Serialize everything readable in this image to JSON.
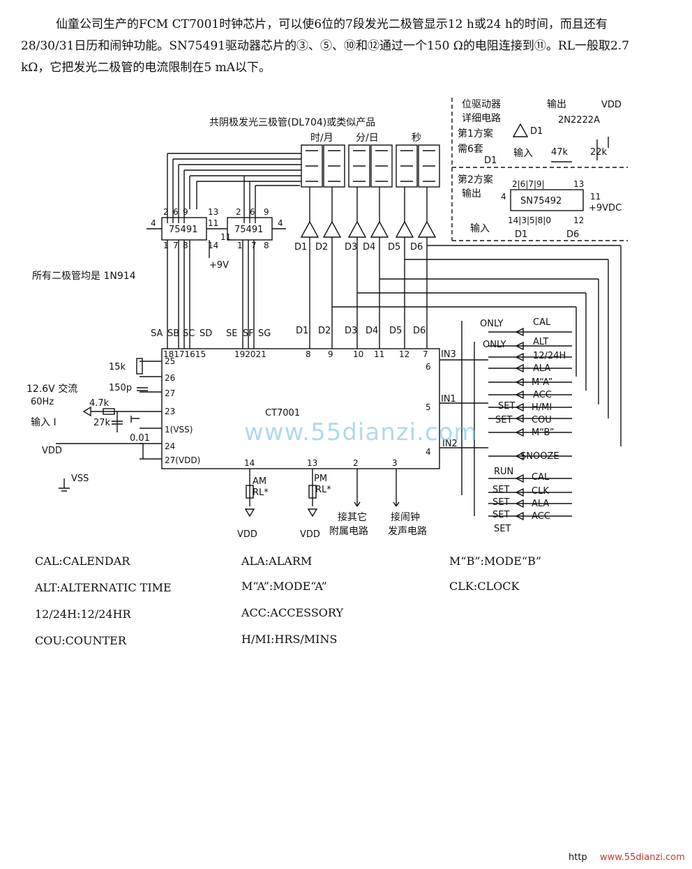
{
  "intro": "仙童公司生产的FCM CT7001时钟芯片，可以使6位的7段发光二极管显示12 h或24 h的时间，而且还有28/30/31日历和闹钟功能。SN75491驱动器芯片的③、⑤、⑩和⑫通过一个150 Ω的电阻连接到⑪。RL一般取2.7 kΩ，它把发光二极管的电流限制在5 mA以下。",
  "display": {
    "title": "共阴极发光三极管(DL704)或类似产品",
    "groups": [
      "时/月",
      "分/日",
      "秒"
    ]
  },
  "driver_detail": {
    "title1": "位驱动器",
    "title2": "详细电路",
    "plan1": "第1方案",
    "need6": "需6套",
    "plan2": "第2方案",
    "output_label": "输出",
    "input_label": "输入",
    "vdd": "VDD",
    "transistor": "2N2222A",
    "r1": "47k",
    "r2": "22k",
    "chip": "SN75492",
    "pins_top": "2|6|7|9|",
    "pin_13": "13",
    "pins_bottom": "14|3|5|8|0",
    "pin_12": "12",
    "pin_11": "11",
    "pin_4": "4",
    "supply": "+9VDC",
    "d1": "D1",
    "d6": "D6"
  },
  "drivers": {
    "chip": "75491",
    "left_top_pins": [
      "2",
      "6",
      "9"
    ],
    "left_bottom_pins": [
      "1",
      "7",
      "8"
    ],
    "mid_top": "13",
    "mid_pins": [
      "11",
      "14"
    ],
    "right_mid": "11",
    "right_top_pins": [
      "2",
      "6",
      "9"
    ],
    "right_bottom_pins": [
      "1",
      "7",
      "8"
    ],
    "pin4": "4",
    "supply": "+9V"
  },
  "diodes": [
    "D1",
    "D2",
    "D3",
    "D4",
    "D5",
    "D6"
  ],
  "diode_note": "所有二极管均是 1N914",
  "main_chip": {
    "name": "CT7001",
    "seg_labels": [
      "SA",
      "SB",
      "SC",
      "SD",
      "SE",
      "SF",
      "SG"
    ],
    "top_pins_a": "18171615",
    "top_pins_b": "192021",
    "digit_pins": [
      "8",
      "9",
      "10",
      "11",
      "12",
      "7"
    ],
    "left_pins": [
      "25",
      "26",
      "27",
      "23",
      "1(VSS)",
      "24",
      "27(VDD)"
    ],
    "right_pins": [
      "6",
      "5",
      "4"
    ],
    "bottom_pins": [
      "14",
      "13",
      "2",
      "3"
    ],
    "in_labels": [
      "IN3",
      "IN1",
      "IN2"
    ]
  },
  "left_components": {
    "r15k": "15k",
    "c150p": "150p",
    "ac_label": "12.6V 交流",
    "freq": "60Hz",
    "r47k": "4.7k",
    "r27k": "27k",
    "c001": "0.01",
    "input_label": "输入 I",
    "vdd": "VDD",
    "vss": "VSS"
  },
  "bottom": {
    "am": "AM",
    "pm": "PM",
    "rl": "RL*",
    "vdd": "VDD",
    "other": "接其它",
    "other2": "附属电路",
    "alarm": "接闹钟",
    "alarm2": "发声电路"
  },
  "switches": {
    "only1": "ONLY",
    "only2": "ONLY",
    "set1": "SET",
    "set2": "SET",
    "run": "RUN",
    "set3": "SET",
    "set4": "SET",
    "set5": "SET",
    "set6": "SET",
    "funcs": [
      "CAL",
      "ALT",
      "12/24H",
      "ALA",
      "M“A”",
      "ACC",
      "H/MI",
      "COU",
      "M“B”",
      "SNOOZE",
      "CAL",
      "CLK",
      "ALA",
      "ACC"
    ]
  },
  "legend": [
    "CAL:CALENDAR",
    "ALA:ALARM",
    "M“B”:MODE“B”",
    "ALT:ALTERNATIC TIME",
    "M“A”:MODE“A”",
    "CLK:CLOCK",
    "12/24H:12/24HR",
    "ACC:ACCESSORY",
    "COU:COUNTER",
    "H/MI:HRS/MINS"
  ],
  "watermark": "www.55dianzi.com",
  "footer_http": "http",
  "footer_url": "www.55dianzi.com"
}
